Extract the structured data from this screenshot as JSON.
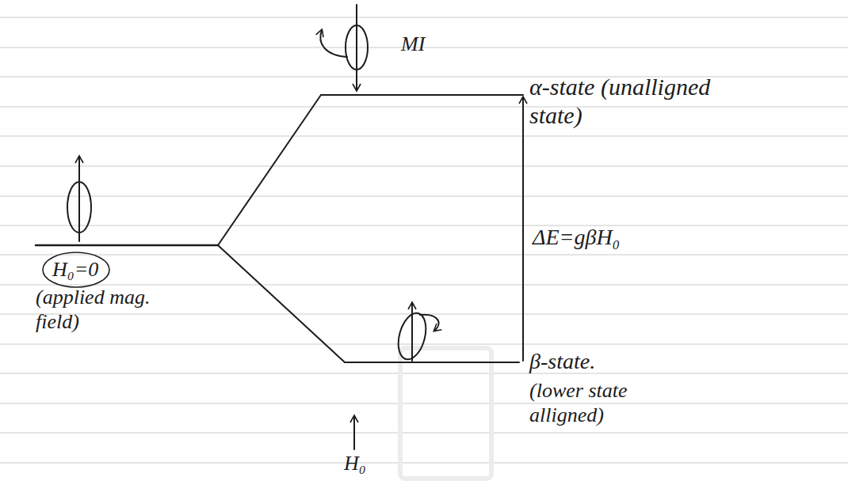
{
  "diagram": {
    "labels": [
      "MI",
      "α-state (unalligned state)",
      "ΔE=gβH₀",
      "H₀=0",
      "(applied mag. field)",
      "β-state.",
      "(lower state alligned)",
      "H₀"
    ]
  }
}
